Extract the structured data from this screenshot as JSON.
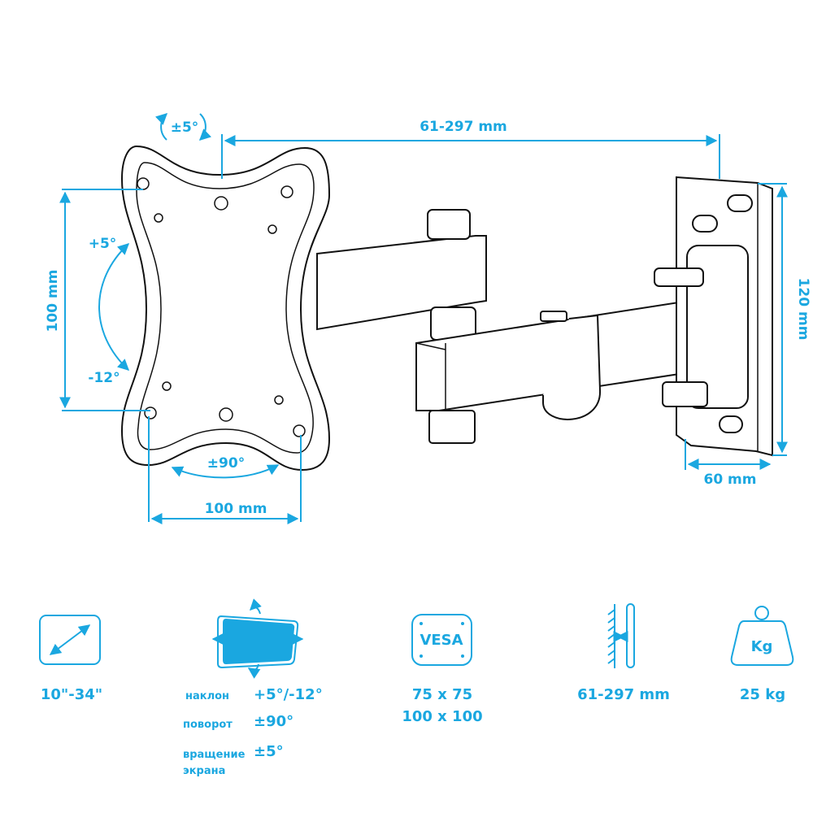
{
  "accent_color": "#1aa7e0",
  "diagram": {
    "dim_arm_range": "61-297 mm",
    "dim_rotation": "±5°",
    "dim_vesa_vertical": "100 mm",
    "dim_tilt_up": "+5°",
    "dim_tilt_down": "-12°",
    "dim_swivel": "±90°",
    "dim_vesa_horizontal": "100 mm",
    "dim_wall_plate_height": "120 mm",
    "dim_wall_plate_width": "60 mm"
  },
  "specs": {
    "screen_size": "10\"-34\"",
    "tilt_label": "наклон",
    "tilt_value": "+5°/-12°",
    "swivel_label": "поворот",
    "swivel_value": "±90°",
    "rotation_label_1": "вращение",
    "rotation_label_2": "экрана",
    "rotation_value": "±5°",
    "vesa_icon_text": "VESA",
    "vesa_1": "75 x 75",
    "vesa_2": "100 x 100",
    "wall_distance": "61-297 mm",
    "weight_icon_text": "Kg",
    "max_load": "25 kg"
  }
}
